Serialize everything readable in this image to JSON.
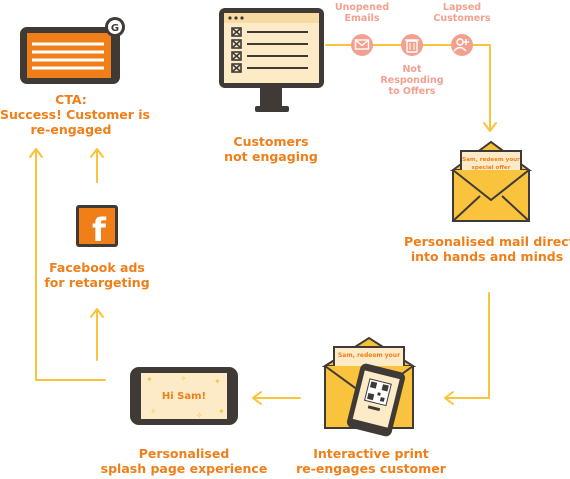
{
  "nodes": {
    "cta": "CTA:\nSuccess! Customer is\nre-engaged",
    "customers": "Customers\nnot engaging",
    "mail": "Personalised mail direct\ninto hands and minds",
    "facebook": "Facebook ads\nfor retargeting",
    "splash": "Personalised\nsplash page experience",
    "print": "Interactive print\nre-engages customer"
  },
  "triggers": {
    "unopened": "Unopened\nEmails",
    "lapsed": "Lapsed\nCustomers",
    "not_responding": "Not\nResponding\nto Offers"
  },
  "cards": {
    "mail_card": "Sam, redeem your\nspecial offer",
    "print_card": "Sam, redeem your",
    "phone_screen": "Hi Sam!"
  },
  "icons": {
    "tablet_badge": "G",
    "facebook_letter": "f"
  },
  "colors": {
    "orange": "#f07f1a",
    "arrow": "#f9c33d",
    "pink": "#f3a08f",
    "envelope": "#f9c33d",
    "outline": "#3f3a36"
  }
}
